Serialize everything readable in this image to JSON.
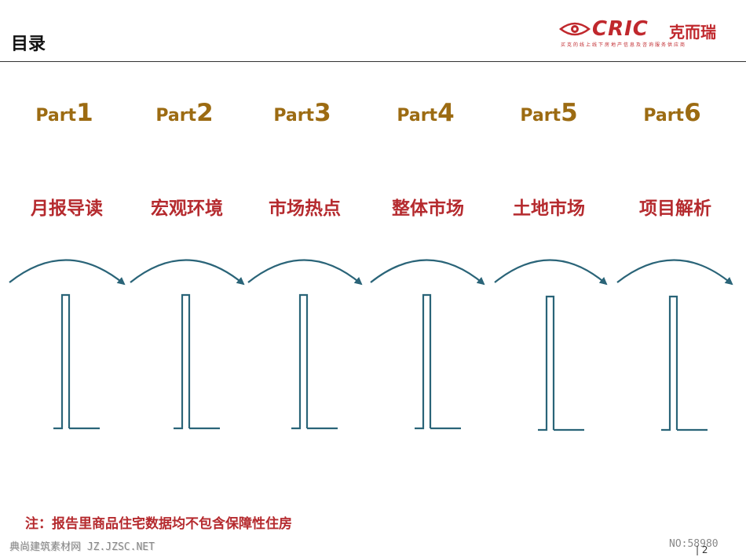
{
  "header": {
    "title": "目录",
    "logo": {
      "word": "CRIC",
      "cn": "克而瑞",
      "tagline": "买克的线上线下房地产信息及咨询服务供应商",
      "color": "#c0282d"
    }
  },
  "parts": [
    {
      "prefix": "Part",
      "num": "1",
      "title": "月报导读"
    },
    {
      "prefix": "Part",
      "num": "2",
      "title": "宏观环境"
    },
    {
      "prefix": "Part",
      "num": "3",
      "title": "市场热点"
    },
    {
      "prefix": "Part",
      "num": "4",
      "title": "整体市场"
    },
    {
      "prefix": "Part",
      "num": "5",
      "title": "土地市场"
    },
    {
      "prefix": "Part",
      "num": "6",
      "title": "项目解析"
    }
  ],
  "note": "注：报告里商品住宅数据均不包含保障性住房",
  "footer": {
    "watermark_left": "典尚建筑素材网 JZ.JZSC.NET",
    "watermark_right": "NO:58980",
    "page_number": "2"
  },
  "colors": {
    "part_label": "#9c6b12",
    "part_title": "#b52a2e",
    "connector": "#2a6478"
  }
}
